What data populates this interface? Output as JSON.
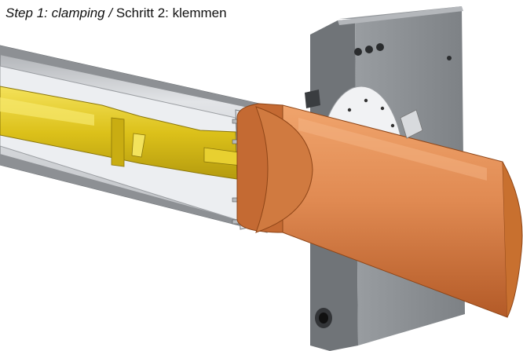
{
  "caption": {
    "step_en": "Step 1: clamping /",
    "step_de": "Schritt 2: klemmen"
  },
  "colors": {
    "tube_orange": "#d9844e",
    "tube_inner": "#c46a33",
    "spindle_yellow": "#e2c81a",
    "housing_grey": "#c7c9cc",
    "plate_grey": "#8e9296",
    "collet_white": "#eef0f3",
    "collet_blue": "#9aa2d8"
  },
  "icons": [
    "clamping-device-illustration"
  ]
}
